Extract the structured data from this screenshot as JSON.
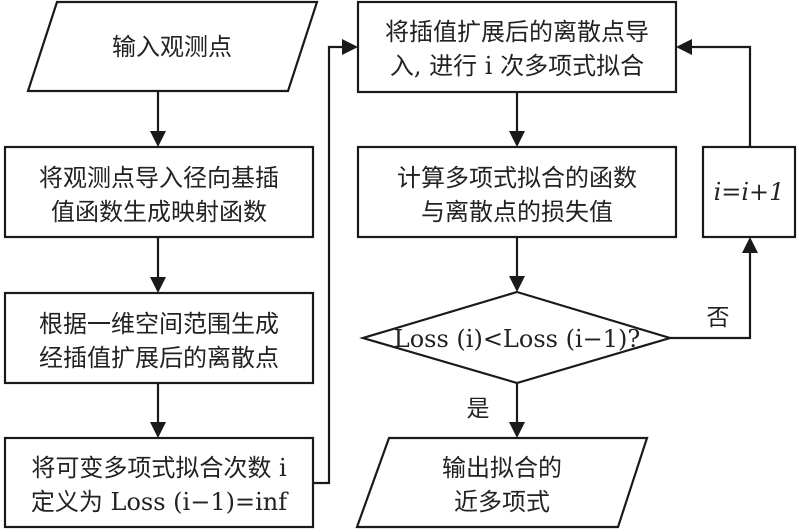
{
  "diagram": {
    "type": "flowchart",
    "nodes": {
      "input": {
        "shape": "parallelogram",
        "lines": [
          "输入观测点"
        ]
      },
      "rbf": {
        "shape": "rect",
        "lines": [
          "将观测点导入径向基插",
          "值函数生成映射函数"
        ]
      },
      "discrete": {
        "shape": "rect",
        "lines": [
          "根据一维空间范围生成",
          "经插值扩展后的离散点"
        ]
      },
      "init": {
        "shape": "rect",
        "lines": [
          "将可变多项式拟合次数 i",
          "定义为 Loss (i−1)=inf"
        ]
      },
      "fit": {
        "shape": "rect",
        "lines": [
          "将插值扩展后的离散点导",
          "入, 进行 i 次多项式拟合"
        ]
      },
      "loss": {
        "shape": "rect",
        "lines": [
          "计算多项式拟合的函数",
          "与离散点的损失值"
        ]
      },
      "decision": {
        "shape": "diamond",
        "lines": [
          "Loss (i)<Loss (i−1)?"
        ]
      },
      "output": {
        "shape": "parallelogram",
        "lines": [
          "输出拟合的",
          "近多项式"
        ]
      },
      "increment": {
        "shape": "rect",
        "lines": [
          "i=i+1"
        ]
      }
    },
    "edges": [
      {
        "from": "input",
        "to": "rbf",
        "label": ""
      },
      {
        "from": "rbf",
        "to": "discrete",
        "label": ""
      },
      {
        "from": "discrete",
        "to": "init",
        "label": ""
      },
      {
        "from": "init",
        "to": "fit",
        "label": ""
      },
      {
        "from": "fit",
        "to": "loss",
        "label": ""
      },
      {
        "from": "loss",
        "to": "decision",
        "label": ""
      },
      {
        "from": "decision",
        "to": "output",
        "label": "是"
      },
      {
        "from": "decision",
        "to": "increment",
        "label": "否"
      },
      {
        "from": "increment",
        "to": "fit",
        "label": ""
      }
    ],
    "labels": {
      "yes": "是",
      "no": "否"
    }
  }
}
